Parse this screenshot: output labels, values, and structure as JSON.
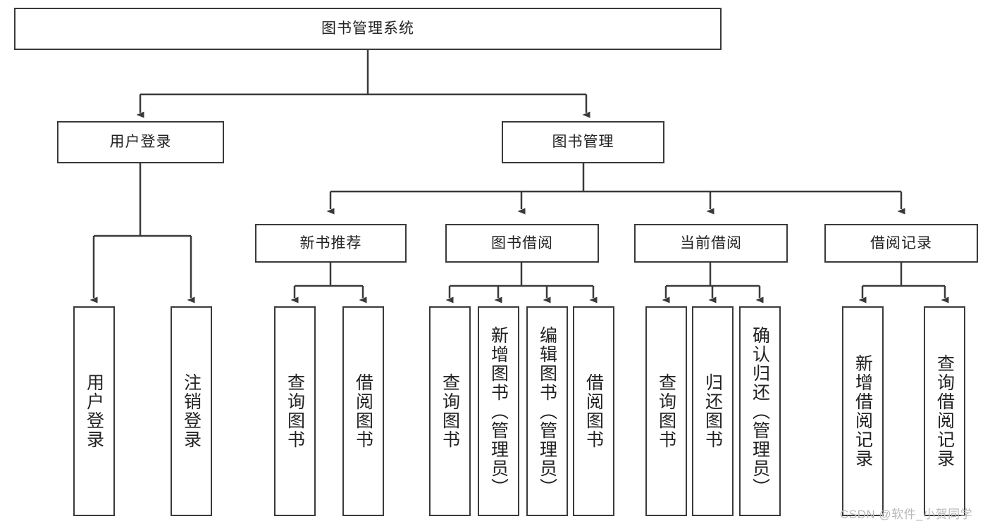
{
  "diagram": {
    "type": "tree",
    "title": "图书管理系统",
    "orientation": "top-down",
    "colors": {
      "box_border": "#3a3a3a",
      "box_fill": "#ffffff",
      "text": "#222222",
      "edge": "#3a3a3a",
      "watermark": "#b9b9b9"
    },
    "nodes": {
      "root": {
        "label": "图书管理系统"
      },
      "level1": [
        {
          "id": "user-login",
          "label": "用户登录"
        },
        {
          "id": "book-manage",
          "label": "图书管理"
        }
      ],
      "level2": [
        {
          "id": "new-book-rec",
          "label": "新书推荐"
        },
        {
          "id": "book-borrow",
          "label": "图书借阅"
        },
        {
          "id": "current-borrow",
          "label": "当前借阅"
        },
        {
          "id": "borrow-record",
          "label": "借阅记录"
        }
      ],
      "leaves": {
        "user_login": [
          {
            "id": "leaf-user-login",
            "label": "用户登录"
          },
          {
            "id": "leaf-logout",
            "label": "注销登录"
          }
        ],
        "new_book_rec": [
          {
            "id": "leaf-query-book-1",
            "label": "查询图书"
          },
          {
            "id": "leaf-borrow-book-1",
            "label": "借阅图书"
          }
        ],
        "book_borrow": [
          {
            "id": "leaf-query-book-2",
            "label": "查询图书"
          },
          {
            "id": "leaf-add-book",
            "label": "新增图书（管理员）"
          },
          {
            "id": "leaf-edit-book",
            "label": "编辑图书（管理员）"
          },
          {
            "id": "leaf-borrow-book-2",
            "label": "借阅图书"
          }
        ],
        "current_borrow": [
          {
            "id": "leaf-query-book-3",
            "label": "查询图书"
          },
          {
            "id": "leaf-return-book",
            "label": "归还图书"
          },
          {
            "id": "leaf-confirm-return",
            "label": "确认归还（管理员）"
          }
        ],
        "borrow_record": [
          {
            "id": "leaf-add-record",
            "label": "新增借阅记录"
          },
          {
            "id": "leaf-query-record",
            "label": "查询借阅记录"
          }
        ]
      }
    }
  },
  "watermark": {
    "text": "CSDN @软件_小贺同学"
  }
}
